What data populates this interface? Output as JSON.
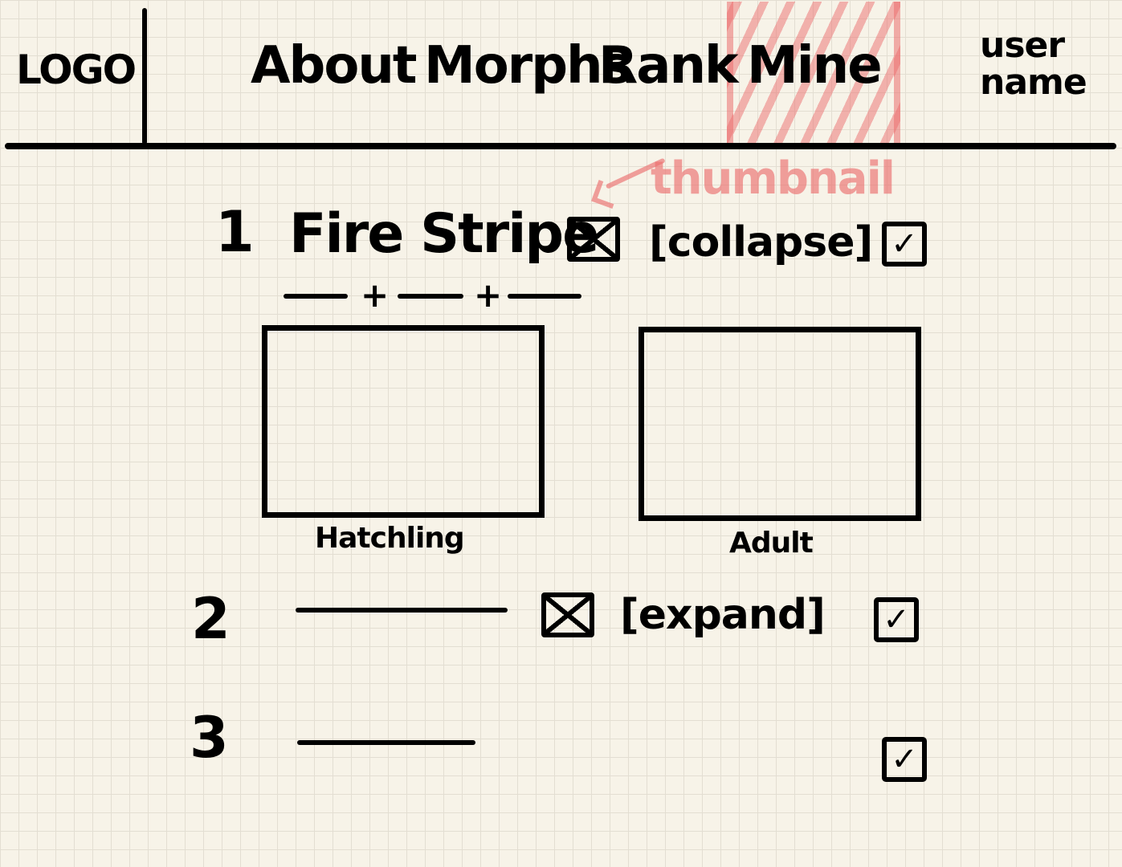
{
  "header": {
    "logo": "LOGO",
    "nav": [
      "About",
      "Morphs",
      "Rank",
      "Mine"
    ],
    "user": "user name",
    "thumbnail_note": "thumbnail"
  },
  "rows": [
    {
      "number": "1",
      "name": "Fire Stripe",
      "toggle_label": "[collapse]",
      "checked": true,
      "images": [
        {
          "caption": "Hatchling"
        },
        {
          "caption": "Adult"
        }
      ]
    },
    {
      "number": "2",
      "toggle_label": "[expand]",
      "checked": true
    },
    {
      "number": "3",
      "checked": true
    }
  ],
  "glyphs": {
    "plus": "+",
    "check": "✓"
  },
  "colors": {
    "background": "#f7f3e8",
    "ink": "#000000",
    "annotation": "#eb6e6e"
  }
}
